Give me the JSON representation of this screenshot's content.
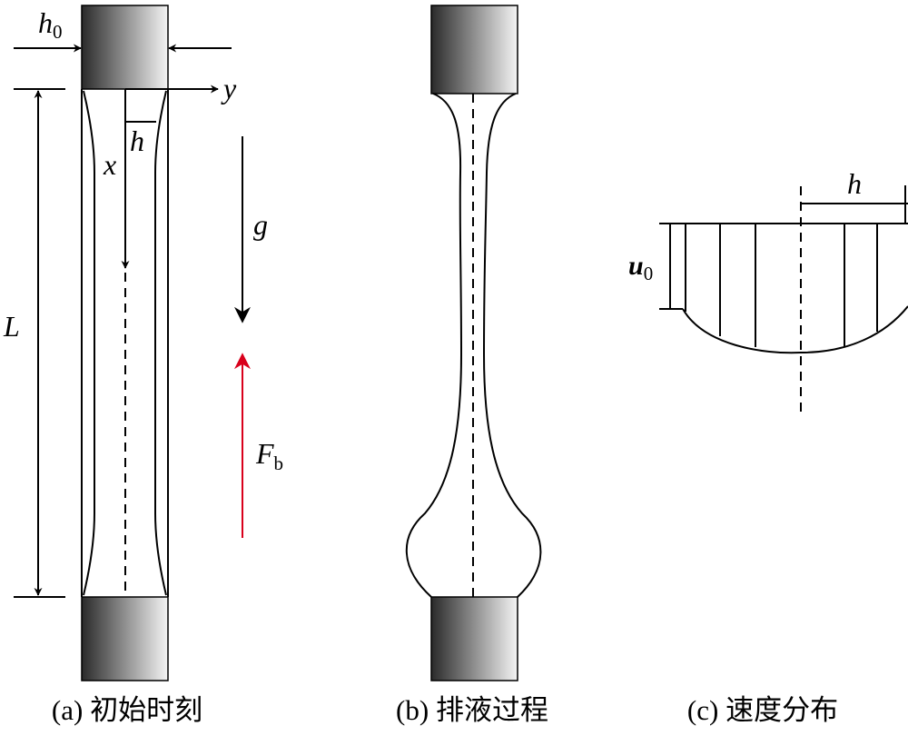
{
  "panel_a": {
    "caption": "(a) 初始时刻",
    "labels": {
      "h0_main": "h",
      "h0_sub": "0",
      "y_axis": "y",
      "x_axis": "x",
      "h": "h",
      "L": "L",
      "g": "g",
      "Fb_main": "F",
      "Fb_sub": "b"
    }
  },
  "panel_b": {
    "caption": "(b) 排液过程"
  },
  "panel_c": {
    "caption": "(c) 速度分布",
    "labels": {
      "h": "h",
      "u0_main": "u",
      "u0_sub": "0"
    }
  },
  "colors": {
    "line": "#000000",
    "buoyancy_arrow": "#d9001b",
    "block_dark": "#2a2a2a",
    "block_light": "#f4f4f4"
  }
}
